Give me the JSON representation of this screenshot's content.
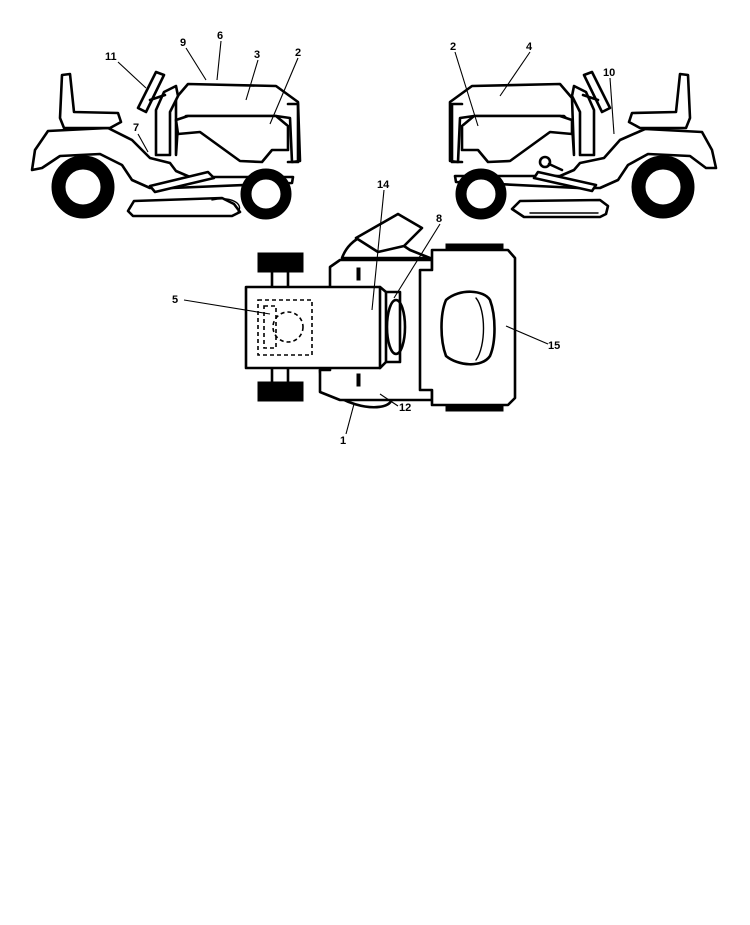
{
  "callouts": [
    "1",
    "2",
    "3",
    "4",
    "5",
    "6",
    "7",
    "8",
    "9",
    "10",
    "11",
    "12",
    "14",
    "15"
  ]
}
